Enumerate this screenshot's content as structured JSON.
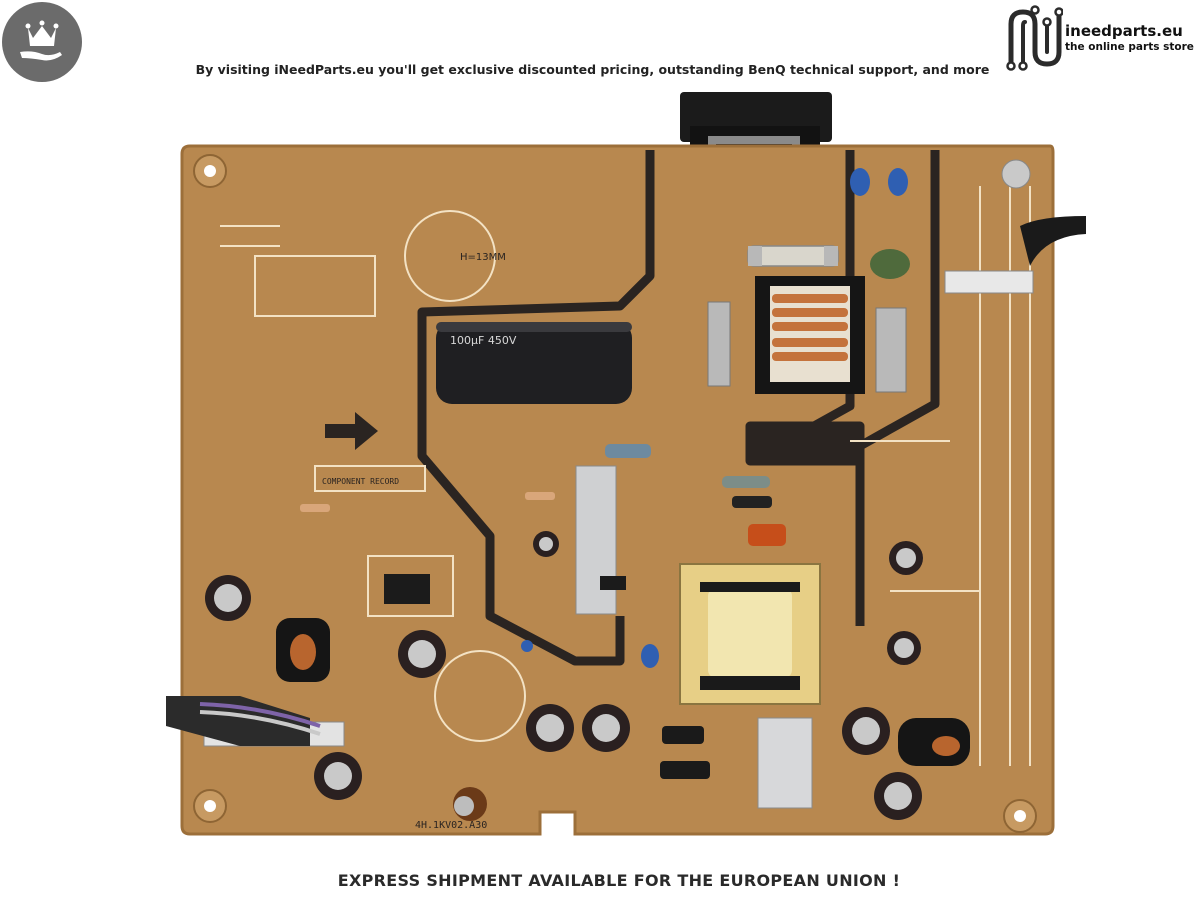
{
  "header": {
    "tagline": "By visiting iNeedParts.eu you'll get exclusive discounted pricing, outstanding BenQ technical support, and more"
  },
  "brand": {
    "name": "ineedparts.eu",
    "tagline": "the online parts store",
    "icons": [
      "crown-hand-icon",
      "circuit-n-logo-icon"
    ]
  },
  "footer": {
    "text": "EXPRESS SHIPMENT AVAILABLE FOR THE EUROPEAN UNION !"
  },
  "product_photo": {
    "board_marks": {
      "model_code": "4H.1KV02.A30",
      "capacitor_text": "100μF 450V",
      "record_text": "COMPONENT RECORD",
      "height_mark": "H=13MM"
    },
    "colors": {
      "pcb": "#b8884f",
      "pcb_edge": "#9c6f3a",
      "trace": "#2a2421",
      "capacitor": "#1f1f22"
    }
  }
}
